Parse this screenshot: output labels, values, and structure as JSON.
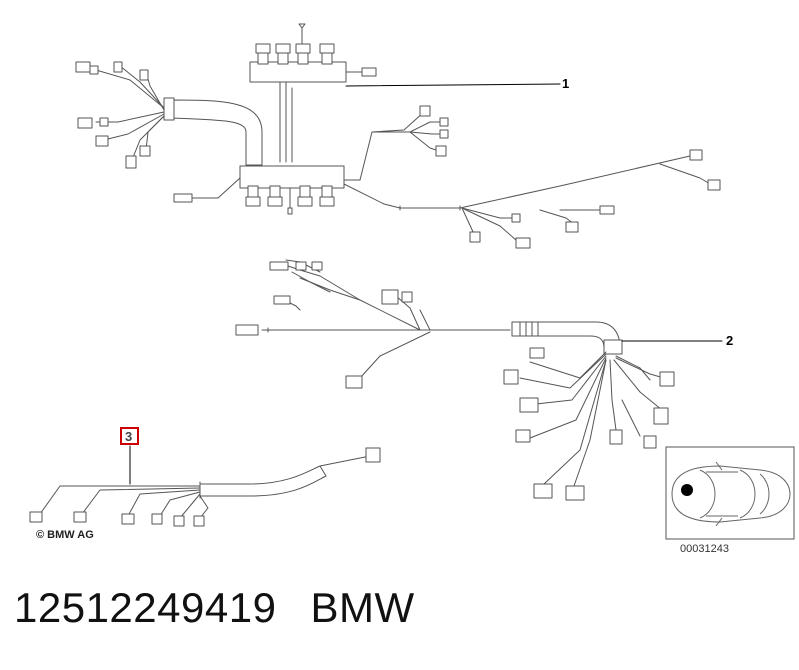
{
  "callouts": [
    {
      "number": "1",
      "highlighted": false
    },
    {
      "number": "2",
      "highlighted": false
    },
    {
      "number": "3",
      "highlighted": true
    }
  ],
  "copyright": "© BMW AG",
  "reference_number": "00031243",
  "part_number": "12512249419",
  "brand": "BMW",
  "locator_icon": "car-top-view-icon",
  "colors": {
    "line": "#555555",
    "highlight": "#cc0000",
    "part_fill": "#ffffff"
  }
}
